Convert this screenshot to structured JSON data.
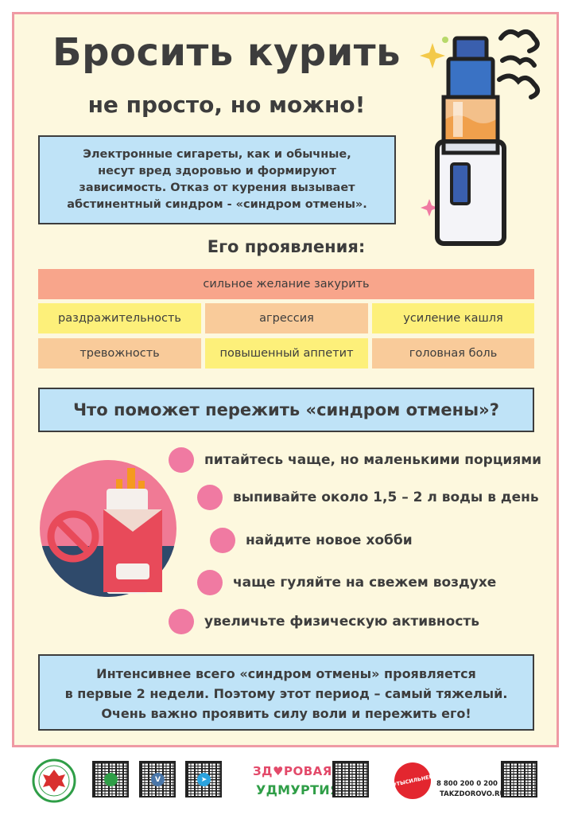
{
  "header": {
    "title": "Бросить курить",
    "subtitle": "не просто, но можно!"
  },
  "intro": {
    "lines": [
      "Электронные сигареты, как и обычные,",
      "несут вред здоровью и формируют",
      "зависимость. Отказ от курения вызывает",
      "абстинентный синдром - «синдром отмены»."
    ]
  },
  "symptoms": {
    "heading": "Его проявления:",
    "top": "сильное желание закурить",
    "row1": [
      "раздражительность",
      "агрессия",
      "усиление кашля"
    ],
    "row2": [
      "тревожность",
      "повышенный аппетит",
      "головная боль"
    ]
  },
  "question": "Что поможет пережить «синдром отмены»?",
  "tips": [
    "питайтесь чаще, но маленькими порциями",
    "выпивайте около 1,5 – 2 л воды в день",
    "найдите новое хобби",
    "чаще гуляйте на свежем воздухе",
    "увеличьте физическую активность"
  ],
  "final": {
    "lines": [
      "Интенсивнее всего «синдром отмены» проявляется",
      "в первые 2 недели. Поэтому этот период – самый тяжелый.",
      "Очень важно проявить силу воли и пережить его!"
    ]
  },
  "footer": {
    "brand_top": "ЗД♥РОВАЯ",
    "brand_bottom": "УДМУРТИЯ",
    "badge_text": "#ТЫСИЛЬНЕЕ",
    "phone": "8 800 200 0 200",
    "site": "TAKZDOROVO.RU"
  },
  "colors": {
    "background": "#fdf8de",
    "border": "#ef9aa4",
    "info_box": "#bfe3f7",
    "symptom_main": "#f8a58b",
    "symptom_yellow": "#fdf07a",
    "symptom_peach": "#f9cb9a",
    "tip_dot": "#f07aa2"
  },
  "icons": [
    "vape-device-icon",
    "no-smoking-cigarettes-icon",
    "sparkle-icon",
    "smoke-cloud-icon",
    "qr-code-icon",
    "emblem-logo-icon"
  ]
}
